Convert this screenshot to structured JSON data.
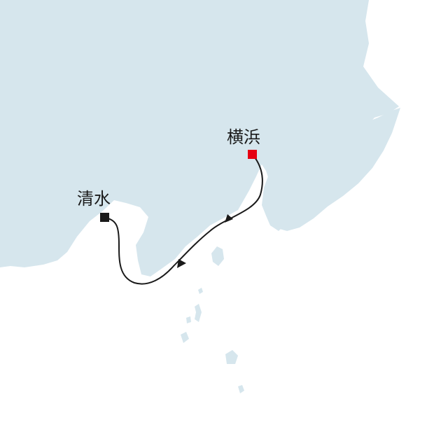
{
  "map": {
    "colors": {
      "land": "#d6e6ed",
      "sea": "#ffffff",
      "route": "#1a1a1a",
      "origin_marker": "#e60012",
      "destination_marker": "#1a1a1a"
    },
    "ports": [
      {
        "id": "yokohama",
        "label": "横浜",
        "marker_color": "#e60012",
        "marker_shape": "square"
      },
      {
        "id": "shimizu",
        "label": "清水",
        "marker_color": "#1a1a1a",
        "marker_shape": "square"
      }
    ],
    "route": {
      "from": "横浜",
      "to": "清水",
      "direction_markers": 2
    }
  }
}
